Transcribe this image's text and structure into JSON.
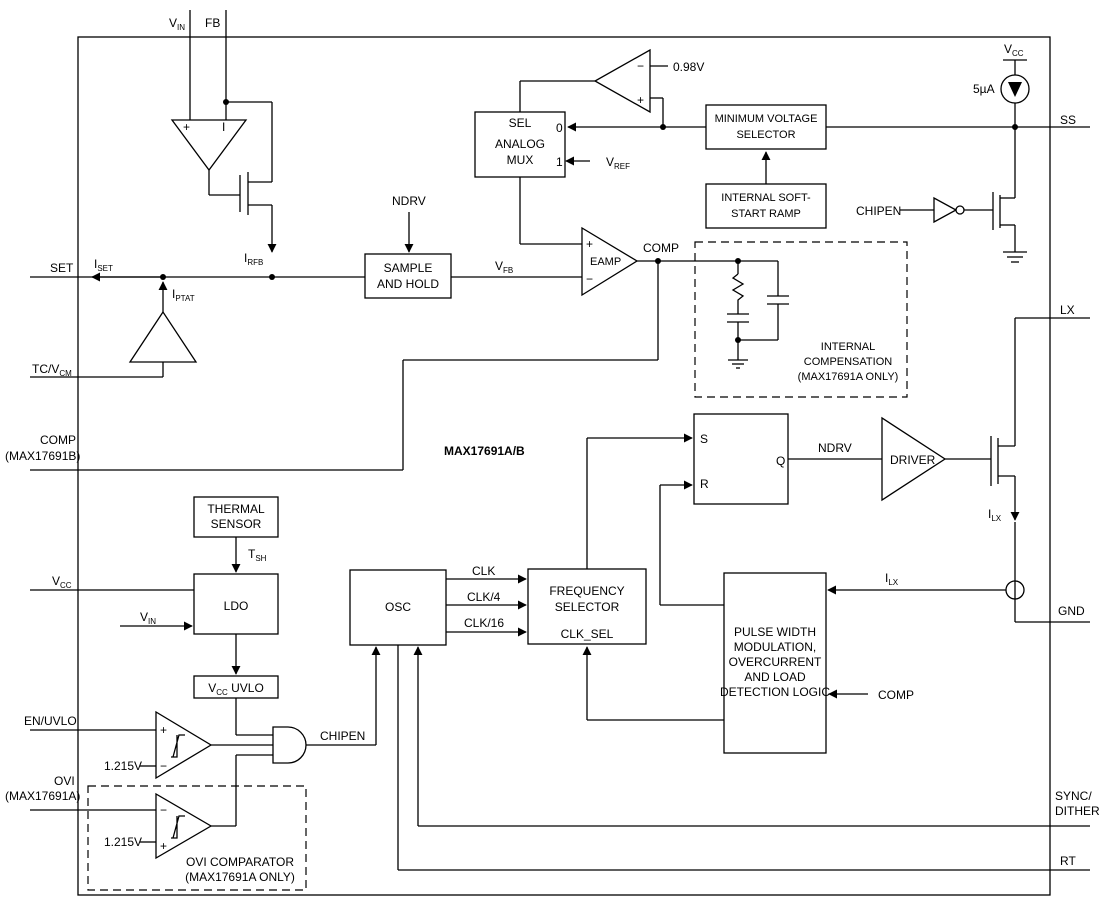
{
  "part_number": "MAX17691A/B",
  "pins": {
    "vin": {
      "main": "V",
      "sub": "IN"
    },
    "fb": "FB",
    "set": "SET",
    "tc_vcm": {
      "main": "TC/V",
      "sub": "CM"
    },
    "comp": "COMP",
    "comp_note": "(MAX17691B)",
    "vcc": {
      "main": "V",
      "sub": "CC"
    },
    "en_uvlo": "EN/UVLO",
    "ovi": "OVI",
    "ovi_note": "(MAX17691A)",
    "ss": "SS",
    "lx": "LX",
    "gnd": "GND",
    "sync": "SYNC/",
    "sync2": "DITHER",
    "rt": "RT"
  },
  "signals": {
    "iset": {
      "main": "I",
      "sub": "SET"
    },
    "iptat": {
      "main": "I",
      "sub": "PTAT"
    },
    "irfb": {
      "main": "I",
      "sub": "RFB"
    },
    "ndrv": "NDRV",
    "vfb": {
      "main": "V",
      "sub": "FB"
    },
    "comp": "COMP",
    "vref": {
      "main": "V",
      "sub": "REF"
    },
    "v098": "0.98V",
    "vcc_top": {
      "main": "V",
      "sub": "CC"
    },
    "current_5ua": "5µA",
    "chipen": "CHIPEN",
    "ndrv2": "NDRV",
    "ilx": {
      "main": "I",
      "sub": "LX"
    },
    "ilx2": {
      "main": "I",
      "sub": "LX"
    },
    "tsh": {
      "main": "T",
      "sub": "SH"
    },
    "vin_ldo": {
      "main": "V",
      "sub": "IN"
    },
    "clk": "CLK",
    "clk4": "CLK/4",
    "clk16": "CLK/16",
    "clk_sel": "CLK_SEL",
    "chipen_out": "CHIPEN",
    "comp_pwm": "COMP",
    "v1215a": "1.215V",
    "v1215b": "1.215V"
  },
  "blocks": {
    "sample_hold": [
      "SAMPLE",
      "AND HOLD"
    ],
    "analog_mux": [
      "SEL",
      "ANALOG",
      "MUX"
    ],
    "mux_in0": "0",
    "mux_in1": "1",
    "eamp": "EAMP",
    "min_volt": [
      "MINIMUM VOLTAGE",
      "SELECTOR"
    ],
    "soft_start": [
      "INTERNAL SOFT-",
      "START RAMP"
    ],
    "int_comp": [
      "INTERNAL",
      "COMPENSATION",
      "(MAX17691A ONLY)"
    ],
    "sr_s": "S",
    "sr_r": "R",
    "sr_q": "Q",
    "driver": "DRIVER",
    "thermal": [
      "THERMAL",
      "SENSOR"
    ],
    "ldo": "LDO",
    "vcc_uvlo": {
      "main": "V",
      "sub": "CC",
      "rest": " UVLO"
    },
    "osc": "OSC",
    "freq_sel": [
      "FREQUENCY",
      "SELECTOR"
    ],
    "pwm_logic": [
      "PULSE WIDTH",
      "MODULATION,",
      "OVERCURRENT",
      "AND LOAD",
      "DETECTION LOGIC"
    ],
    "ovi_comp": [
      "OVI COMPARATOR",
      "(MAX17691A ONLY)"
    ]
  }
}
